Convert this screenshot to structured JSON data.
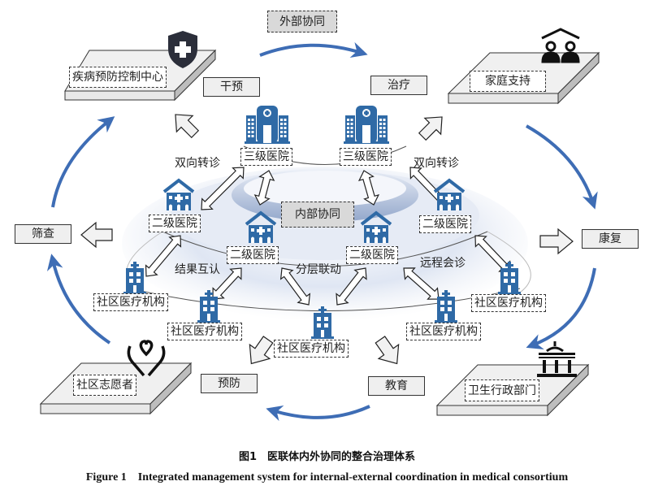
{
  "external": {
    "label": "外部协同",
    "platforms": {
      "cdc": "疾病预防控制中心",
      "family": "家庭支持",
      "volunteer": "社区志愿者",
      "health_admin": "卫生行政部门"
    },
    "functions": {
      "intervention": "干预",
      "treatment": "治疗",
      "rehabilitation": "康复",
      "education": "教育",
      "prevention": "预防",
      "screening": "筛查"
    }
  },
  "internal": {
    "label": "内部协同",
    "tertiary": [
      "三级医院",
      "三级医院"
    ],
    "secondary": [
      "二级医院",
      "二级医院",
      "二级医院",
      "二级医院"
    ],
    "community": [
      "社区医疗机构",
      "社区医疗机构",
      "社区医疗机构",
      "社区医疗机构",
      "社区医疗机构"
    ],
    "mechanisms": {
      "referral_left": "双向转诊",
      "referral_right": "双向转诊",
      "mutual_recognition": "结果互认",
      "tiered_linkage": "分层联动",
      "remote_consultation": "远程会诊"
    }
  },
  "caption": {
    "cn": "图1　医联体内外协同的整合治理体系",
    "en": "Figure 1　Integrated management system for internal-external coordination in medical consortium"
  },
  "colors": {
    "icon_blue": "#2f6aa6",
    "cycle_arrow": "#3e6db5",
    "platform": "#eeeeee",
    "internal_box": "#d9d9d9"
  }
}
